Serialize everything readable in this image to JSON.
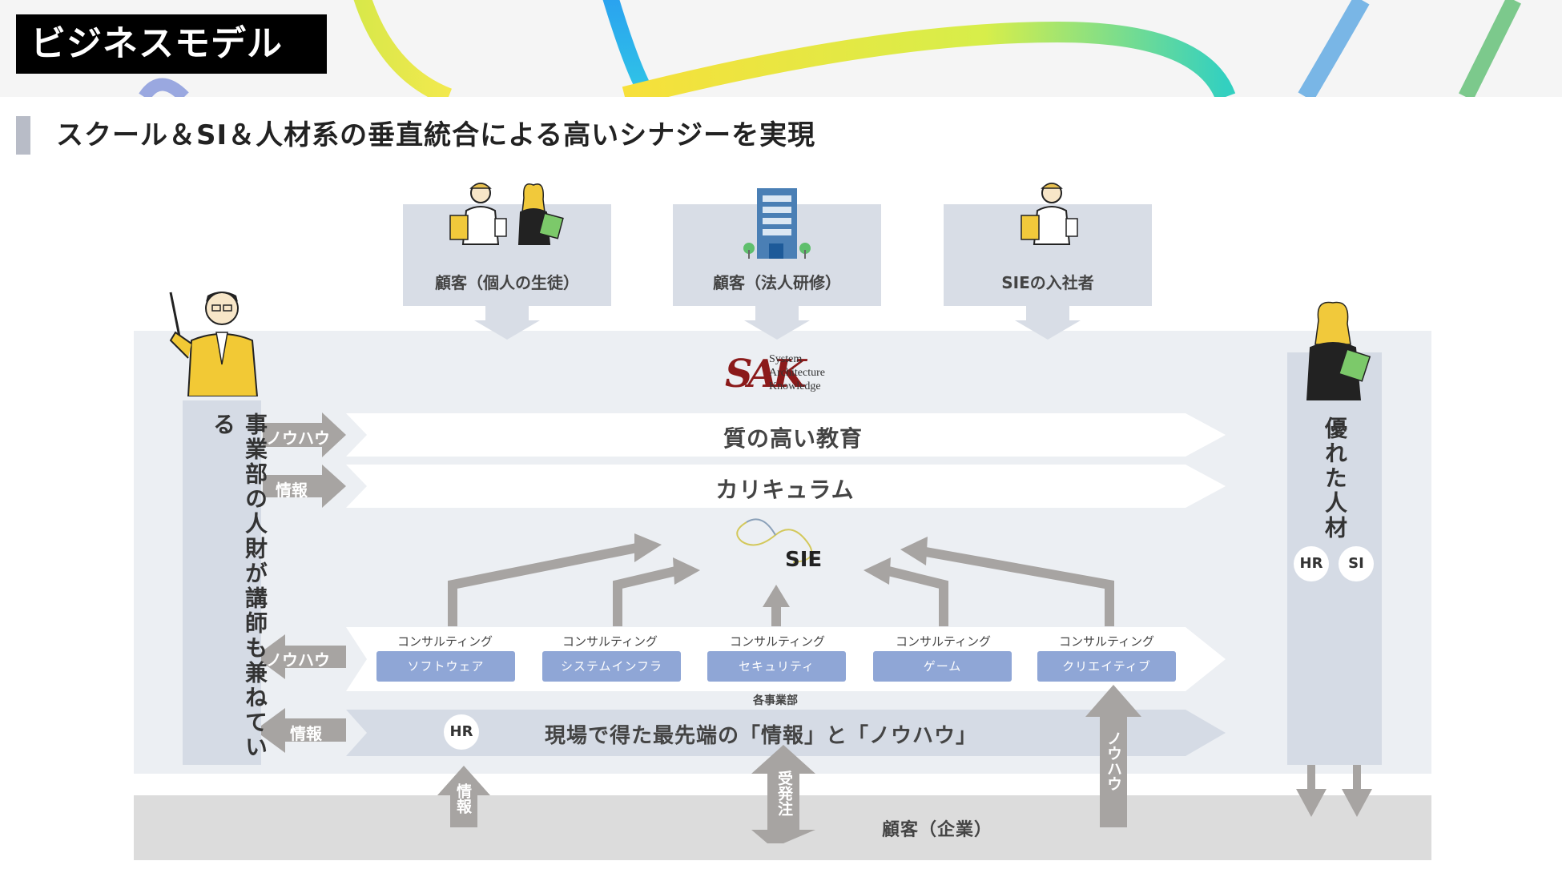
{
  "header": {
    "title": "ビジネスモデル",
    "subtitle": "スクール＆SI＆人材系の垂直統合による高いシナジーを実現"
  },
  "top_cards": [
    {
      "label": "顧客（個人の生徒）",
      "icon": "students-illustration-icon"
    },
    {
      "label": "顧客（法人研修）",
      "icon": "office-building-icon"
    },
    {
      "label": "SIEの入社者",
      "icon": "new-employee-illustration-icon"
    }
  ],
  "center": {
    "logo_lines": [
      "System",
      "Architecture",
      "Knowledge"
    ],
    "sie_label": "SIE",
    "band_education": "質の高い教育",
    "band_curriculum": "カリキュラム",
    "band_field": "現場で得た最先端の「情報」と「ノウハウ」",
    "divisions_caption": "各事業部",
    "consulting_caption": "コンサルティング",
    "divisions": [
      "ソフトウェア",
      "システムインフラ",
      "セキュリティ",
      "ゲーム",
      "クリエイティブ"
    ],
    "hr_badge": "HR"
  },
  "left": {
    "column_text": "事業部の人財が講師も兼ねている",
    "arrow_knowhow_top": "ノウハウ",
    "arrow_info_top": "情報",
    "arrow_knowhow_bottom": "ノウハウ",
    "arrow_info_bottom": "情報"
  },
  "right": {
    "column_text": "優れた人材",
    "badge_hr": "HR",
    "badge_si": "SI"
  },
  "bottom": {
    "customers_label": "顧客（企業）",
    "arrow_info": "情報",
    "arrow_order": "受発注",
    "arrow_knowhow": "ノウハウ"
  },
  "colors": {
    "title_bg": "#000000",
    "card_bg": "#d8dde6",
    "pane_bg": "#eceff3",
    "division_btn": "#8fa6d6",
    "arrow_gray": "#a7a4a2",
    "customers_bg": "#dcdcdc",
    "logo_red": "#8b1a1a"
  }
}
